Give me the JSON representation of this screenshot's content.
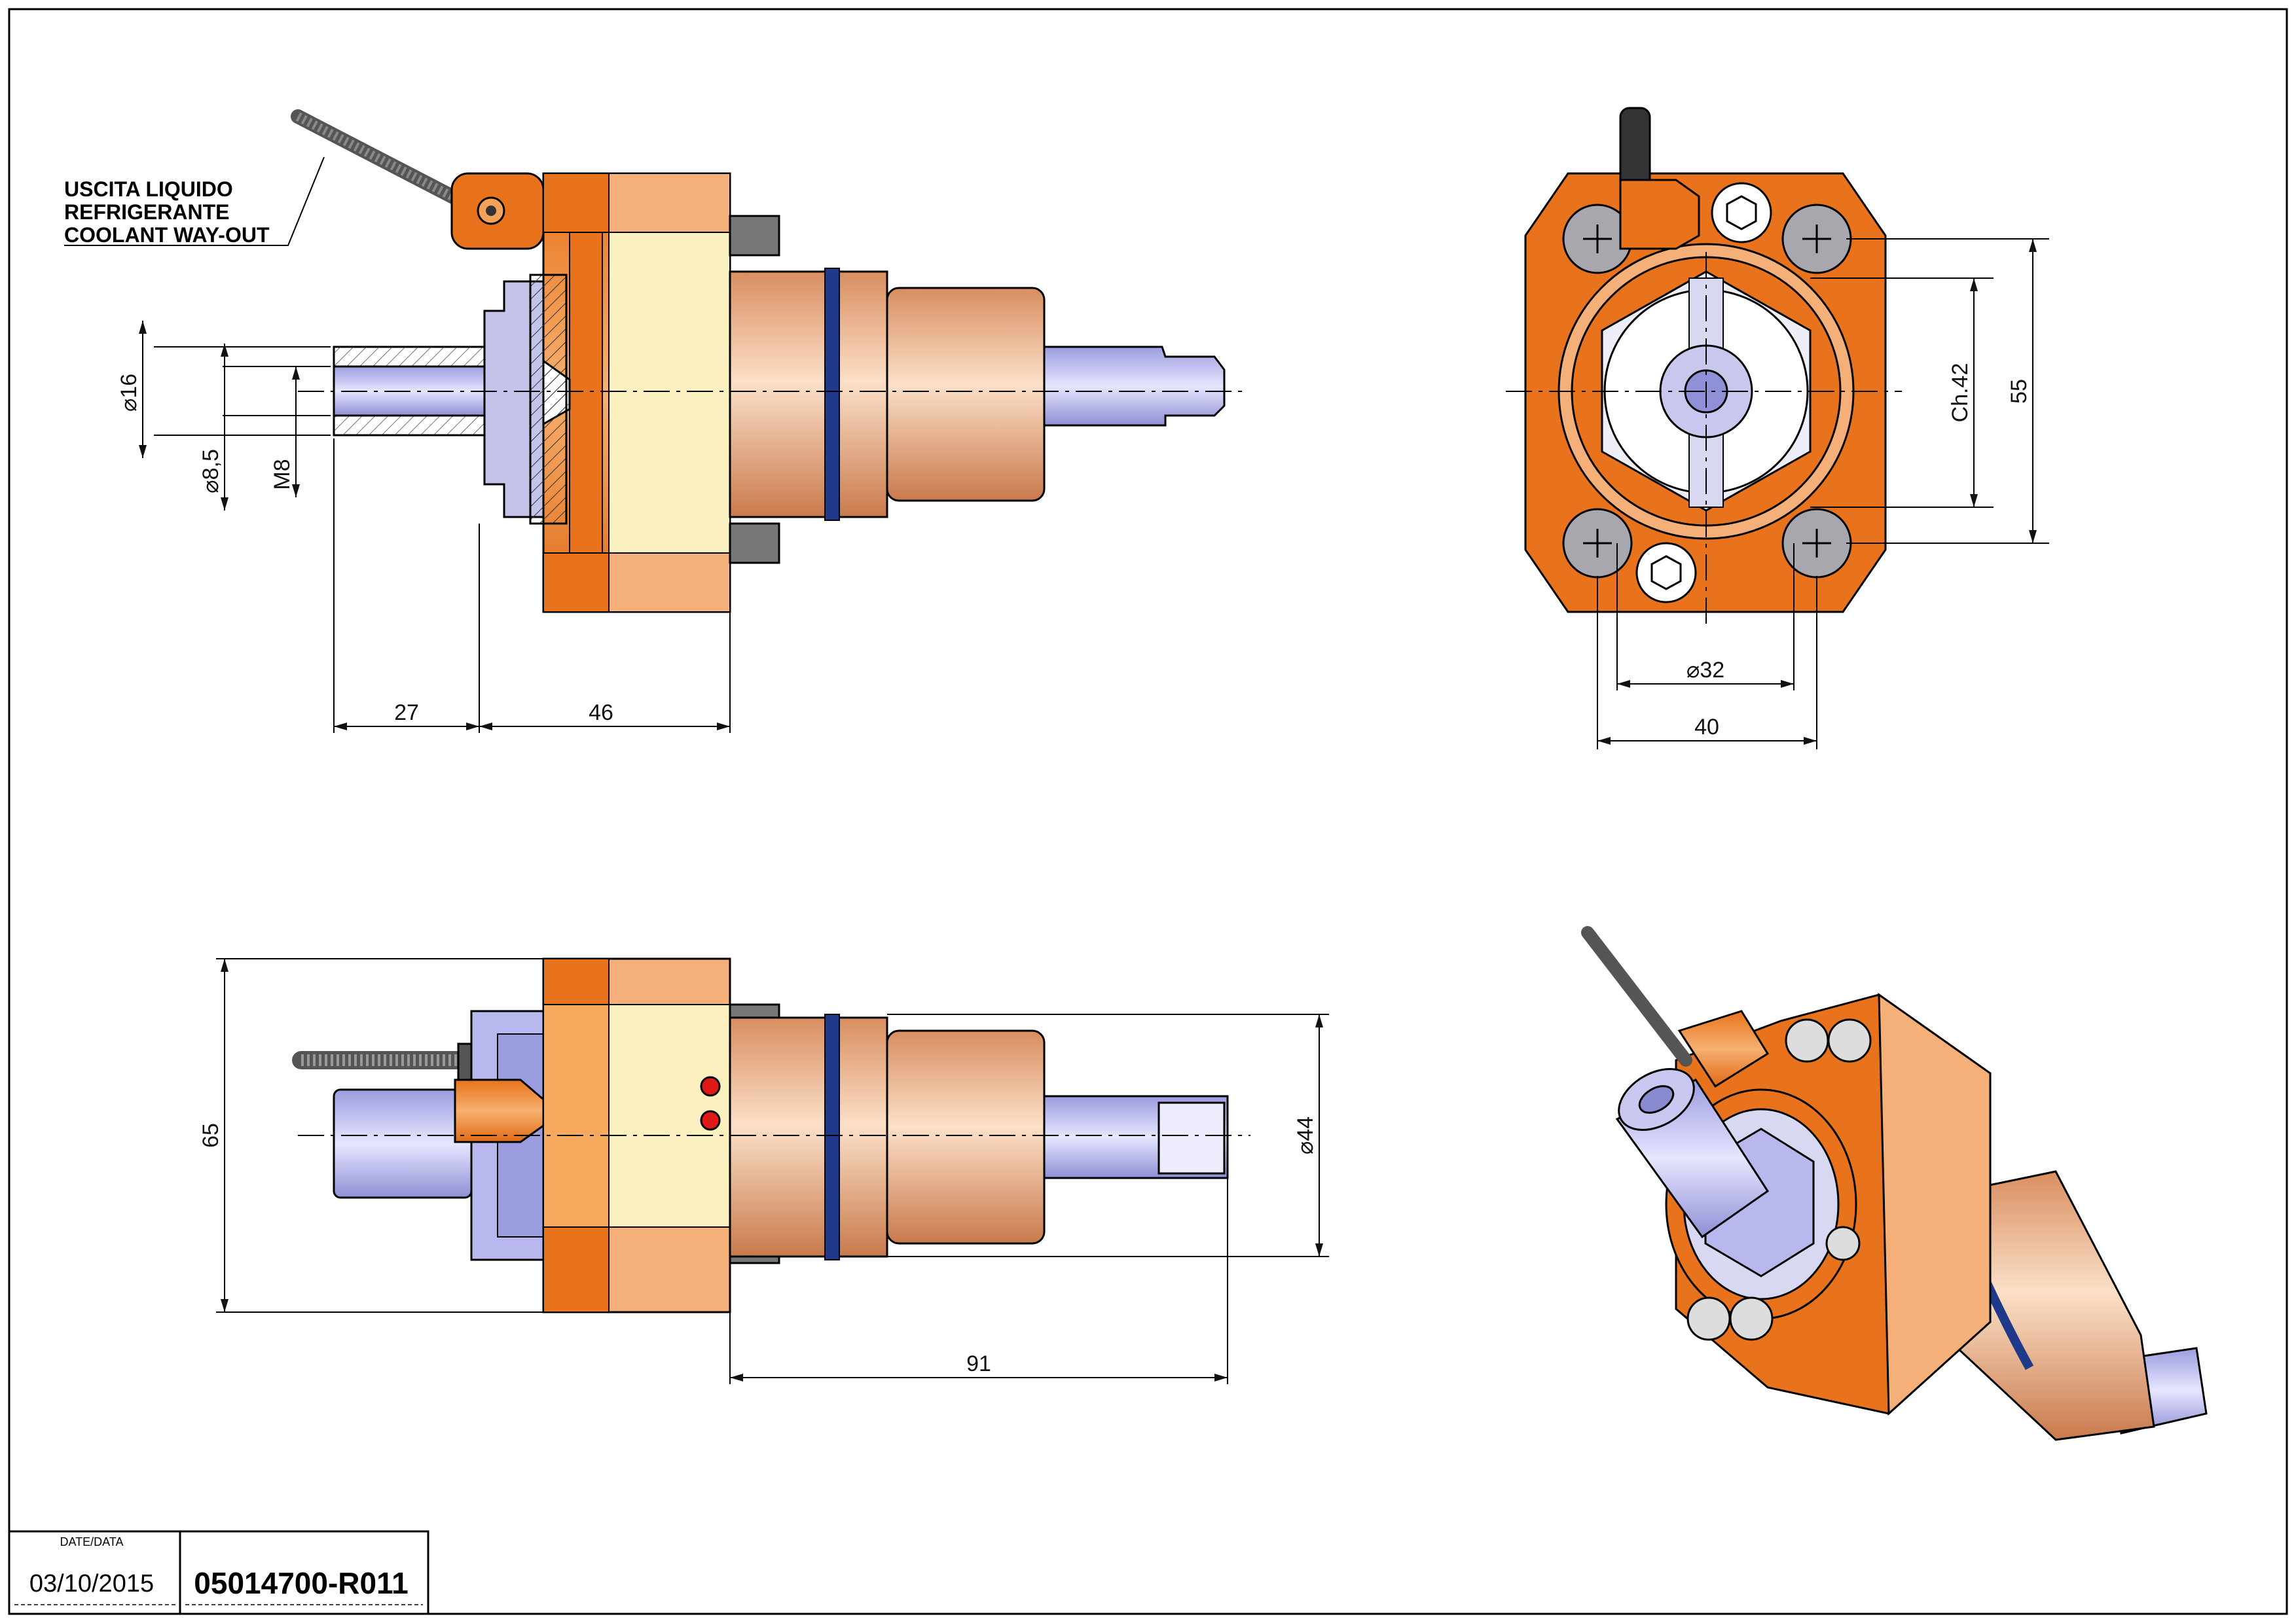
{
  "note": {
    "lines": [
      "USCITA LIQUIDO",
      "REFRIGERANTE",
      "COOLANT WAY-OUT"
    ]
  },
  "dimensions": {
    "d16": "16",
    "d8_5": "8,5",
    "m8": "M8",
    "len27": "27",
    "len46": "46",
    "ch42": "Ch.42",
    "h55": "55",
    "d32": "32",
    "w40": "40",
    "h65": "65",
    "d44": "44",
    "len91": "91"
  },
  "title_block": {
    "date_label": "DATE/DATA",
    "date": "03/10/2015",
    "code": "05014700-R011"
  },
  "colors": {
    "orange_dark": "#e8731c",
    "orange_light": "#f5a458",
    "cream": "#fbf0c0",
    "copper": "#eab08a",
    "blue_ring": "#1f3a8a",
    "lavender": "#b8b8ee",
    "steel": "#8a8a96"
  }
}
